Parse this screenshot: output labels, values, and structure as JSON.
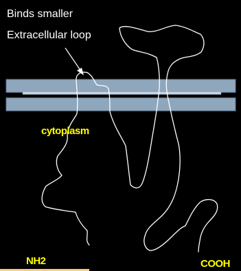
{
  "annotation": {
    "line1": "Binds smaller",
    "line2": "Extracellular loop"
  },
  "labels": {
    "cytoplasm": "cytoplasm",
    "n_terminus": "NH2",
    "c_terminus": "COOH"
  },
  "colors": {
    "background": "#000000",
    "membrane_fill": "#8fa7bd",
    "membrane_edge": "#5f7a93",
    "membrane_core": "#c9d6e2",
    "protein_trace": "#ffffff",
    "annotation_text": "#ffffff",
    "label_text": "#ffff00",
    "footer_strip": "#f3cf8a"
  }
}
